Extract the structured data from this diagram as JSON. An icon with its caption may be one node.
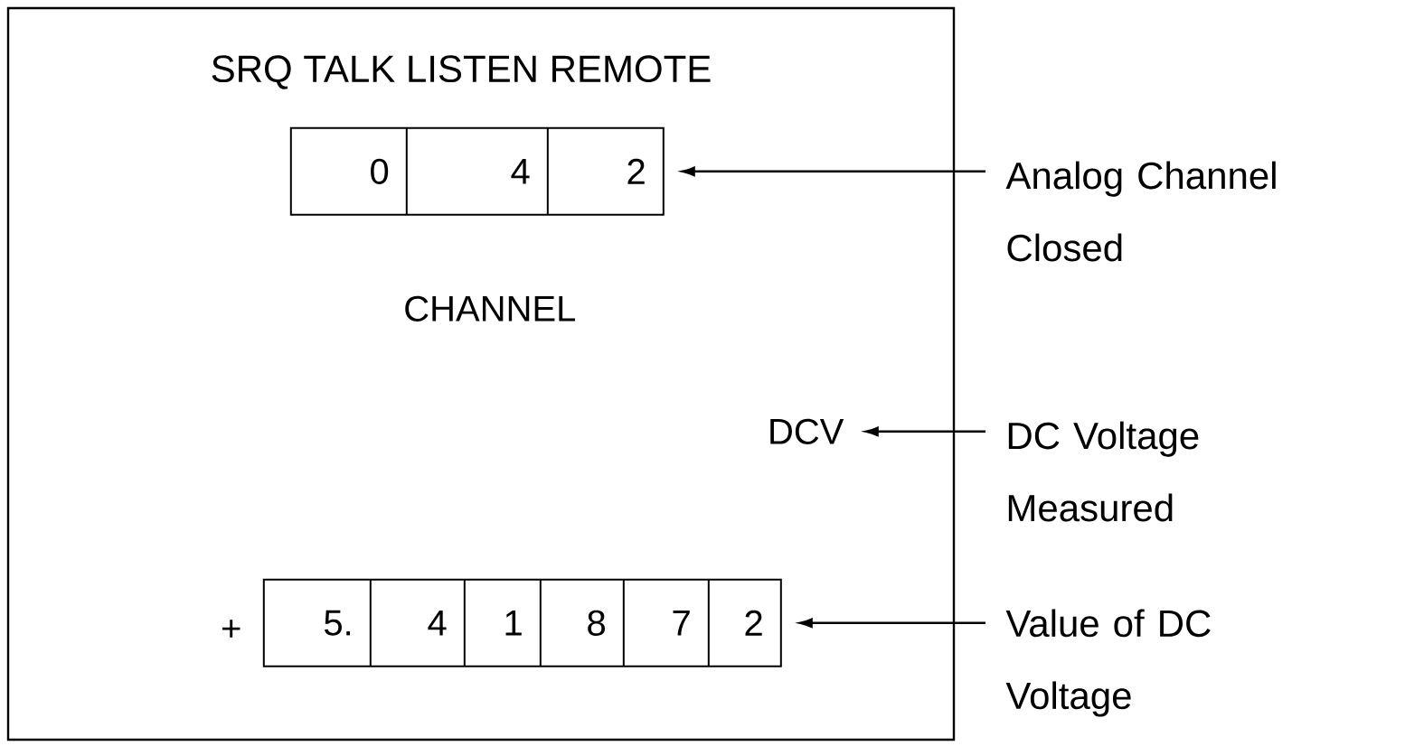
{
  "diagram": {
    "nodes": [
      {
        "text": [
          "SRQ TALK LISTEN REMOTE"
        ]
      },
      {
        "text": [
          "0",
          "4",
          "2"
        ],
        "beside": [
          "CHANNEL"
        ],
        "in": 0
      },
      {
        "text": [
          "DCV"
        ],
        "in": 0
      },
      {
        "text": [
          "5.",
          "4",
          "1",
          "8",
          "7",
          "2"
        ],
        "beside": [
          "+"
        ],
        "in": 0
      },
      {
        "text": [
          "Analog Channel Closed"
        ]
      },
      {
        "text": [
          "DC Voltage Measured"
        ]
      },
      {
        "text": [
          "Value of DC Voltage"
        ]
      }
    ],
    "edges": [
      {
        "from": 4,
        "to": 1,
        "arrow": "to"
      },
      {
        "from": 5,
        "to": 2,
        "arrow": "to"
      },
      {
        "from": 6,
        "to": 3,
        "arrow": "to"
      }
    ]
  }
}
